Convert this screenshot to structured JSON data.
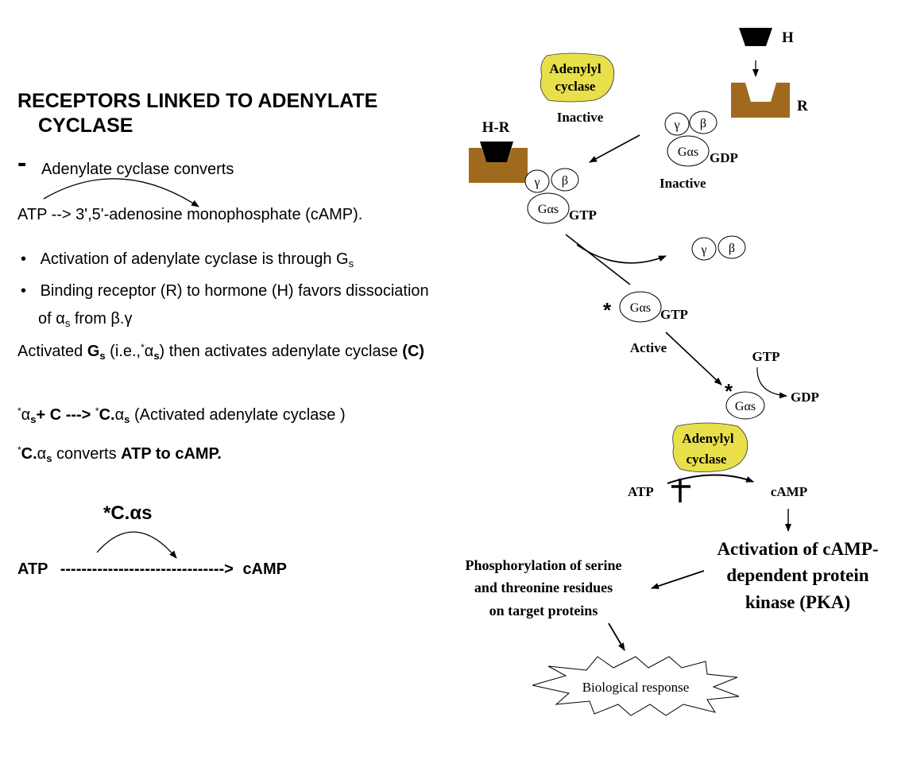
{
  "left": {
    "title_line1": "RECEPTORS LINKED TO ADENYLATE",
    "title_line2": "CYCLASE",
    "dash": "-",
    "intro": "Adenylate cyclase converts",
    "atp_line": "ATP --> 3',5'-adenosine monophosphate (cAMP).",
    "bullet1_text": "Activation of adenylate cyclase is through G",
    "bullet1_sub": "s",
    "bullet2_line1": "Binding receptor (R) to hormone (H) favors dissociation",
    "bullet2_of": "of α",
    "bullet2_sub": "s",
    "bullet2_from": " from β.γ",
    "activated_a": "Activated ",
    "activated_g": "G",
    "activated_g_sub": "s",
    "activated_b": " (i.e.,",
    "activated_star": "*",
    "activated_alpha": "α",
    "activated_alpha_sub": "s",
    "activated_c": ") then activates adenylate cyclase ",
    "activated_cbold": "(C)",
    "eq1_star": "*",
    "eq1_alpha": "α",
    "eq1_sub": "s",
    "eq1_bold": "+ C ---> ",
    "eq1_star2": "*",
    "eq1_c": "C.",
    "eq1_alpha2": "α",
    "eq1_sub2": "s",
    "eq1_rest": " (Activated adenylate cyclase )",
    "eq2_star": "*",
    "eq2_c": "C.",
    "eq2_alpha": "α",
    "eq2_sub": "s",
    "eq2_mid": " converts ",
    "eq2_bold": "ATP to cAMP.",
    "enzyme_label": "*C.αs",
    "reaction_atp": "ATP",
    "reaction_arrow": "------------------------------->",
    "reaction_camp": "cAMP"
  },
  "diagram": {
    "hormone": "H",
    "receptor": "R",
    "hr_complex": "H-R",
    "adenylyl_cyclase_line1": "Adenylyl",
    "adenylyl_cyclase_line2": "cyclase",
    "inactive": "Inactive",
    "inactive2": "Inactive",
    "active": "Active",
    "gamma": "γ",
    "beta": "β",
    "g_alpha_s": "Gαs",
    "gdp": "GDP",
    "gtp": "GTP",
    "star": "*",
    "atp": "ATP",
    "camp": "cAMP",
    "pka_line1": "Activation of cAMP-",
    "pka_line2": "dependent protein",
    "pka_line3": "kinase (PKA)",
    "phos_line1": "Phosphorylation of serine",
    "phos_line2": "and threonine residues",
    "phos_line3": "on target proteins",
    "biological_response": "Biological response"
  },
  "colors": {
    "receptor_brown": "#A06A1E",
    "cyclase_yellow": "#E8E04A"
  }
}
